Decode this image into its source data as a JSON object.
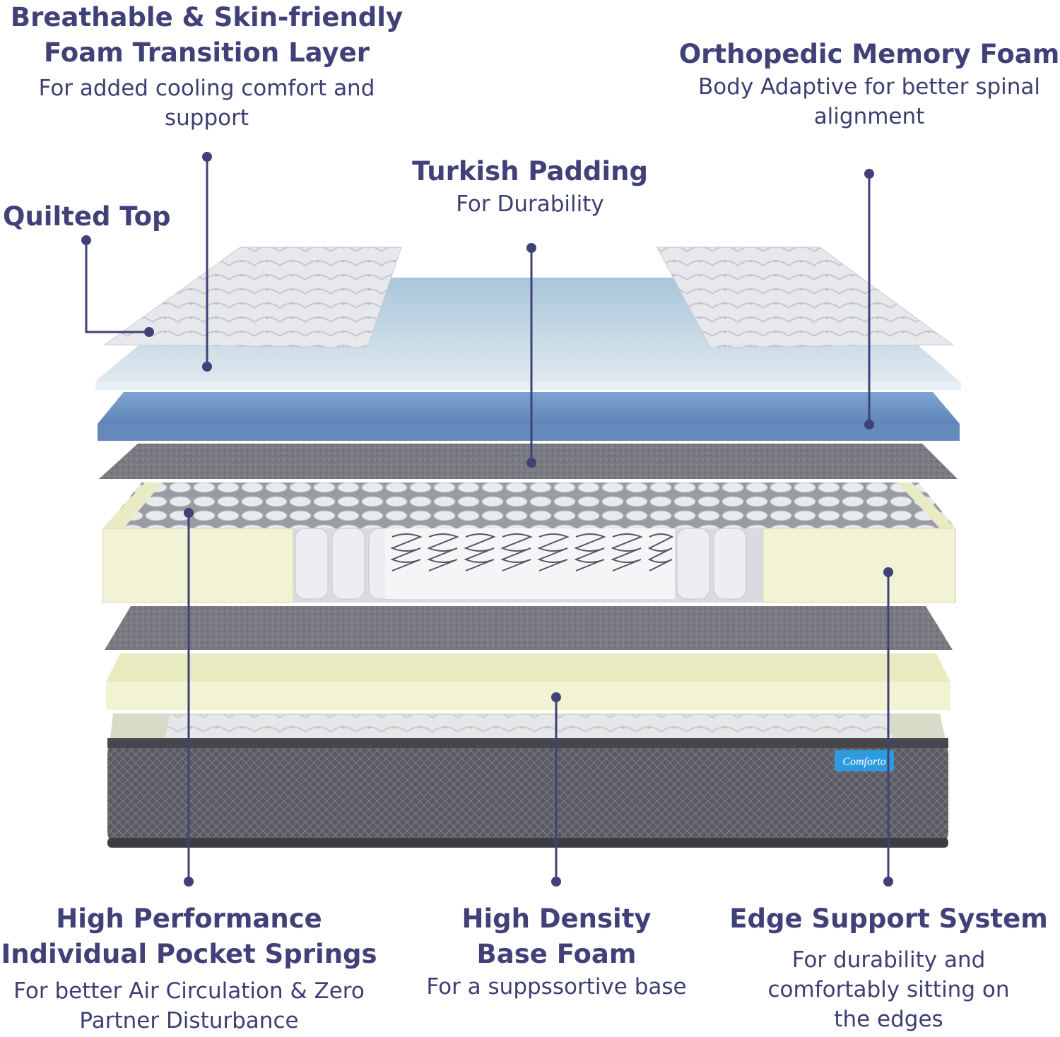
{
  "labels": {
    "breathable": {
      "title_line1": "Breathable & Skin-friendly",
      "title_line2": "Foam Transition Layer",
      "desc_line1": "For added cooling comfort and",
      "desc_line2": "support"
    },
    "ortho": {
      "title": "Orthopedic Memory Foam",
      "desc_line1": "Body Adaptive for better spinal",
      "desc_line2": "alignment"
    },
    "turkish": {
      "title": "Turkish Padding",
      "desc": "For Durability"
    },
    "quilted": {
      "title": "Quilted Top"
    },
    "springs": {
      "title_line1": "High Performance",
      "title_line2": "Individual Pocket Springs",
      "desc_line1": "For better Air Circulation & Zero",
      "desc_line2": "Partner Disturbance"
    },
    "basefoam": {
      "title_line1": "High Density",
      "title_line2": "Base Foam",
      "desc": "For a suppssortive base"
    },
    "edge": {
      "title": "Edge Support System",
      "desc_line1": "For durability and",
      "desc_line2": "comfortably sitting on",
      "desc_line3": "the edges"
    }
  },
  "brand_badge": "Comforto",
  "colors": {
    "accent": "#3f4178",
    "memory_foam": "#6f94c4",
    "transition_foam": "#c9dbe5",
    "quilt": "#e4e6ea",
    "felt": "#77777f",
    "edge_foam": "#f1f2d6",
    "base_foam": "#f2f3d2",
    "cover": "#57585e",
    "badge": "#2e9be0"
  }
}
